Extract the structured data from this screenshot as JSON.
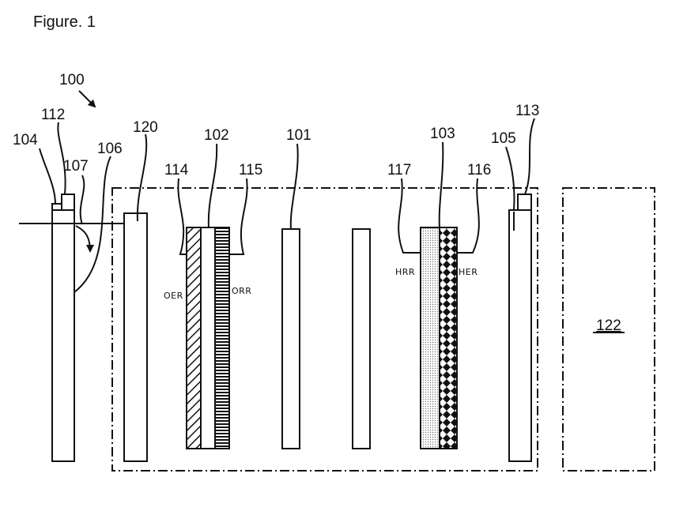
{
  "figure": {
    "title": "Figure. 1",
    "colors": {
      "ink": "#111111",
      "background": "#ffffff"
    }
  },
  "labels": {
    "system": "100",
    "membrane": "101",
    "electrode_left": "102",
    "electrode_right": "103",
    "plate_left": "104",
    "plate_right": "105",
    "channel": "106",
    "flow": "107",
    "terminal_left": "112",
    "terminal_right": "113",
    "layer_114": "114",
    "layer_115": "115",
    "layer_116": "116",
    "layer_117": "117",
    "plate_120": "120",
    "unit_122": "122"
  },
  "reactions": {
    "oer": "OER",
    "orr": "ORR",
    "hrr": "HRR",
    "her": "HER"
  }
}
